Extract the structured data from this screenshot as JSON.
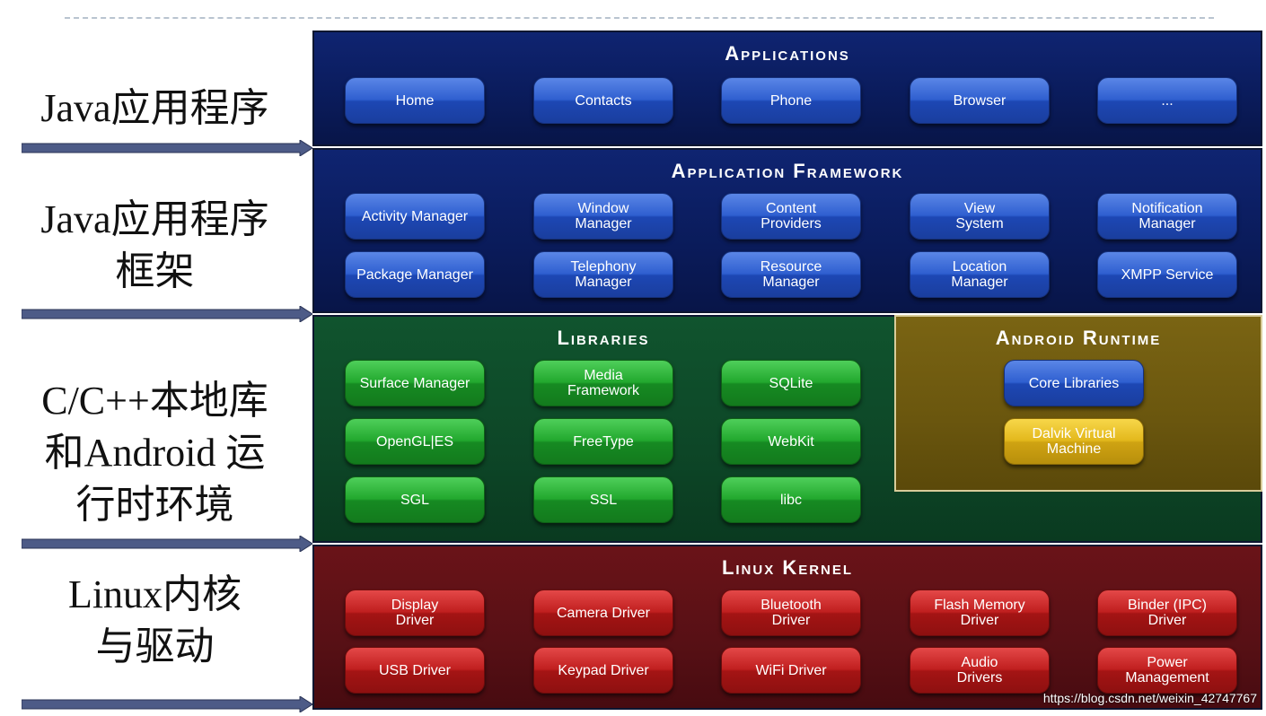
{
  "left_labels": {
    "java_apps": [
      "Java应用程序"
    ],
    "java_framework": [
      "Java应用程序",
      "框架"
    ],
    "native_runtime": [
      "C/C++本地库",
      "和Android 运",
      "行时环境"
    ],
    "kernel": [
      "Linux内核",
      "与驱动"
    ]
  },
  "applications": {
    "title": "Applications",
    "items": [
      "Home",
      "Contacts",
      "Phone",
      "Browser",
      "..."
    ]
  },
  "framework": {
    "title": "Application Framework",
    "items": [
      "Activity Manager",
      "Window\nManager",
      "Content\nProviders",
      "View\nSystem",
      "Notification\nManager",
      "Package Manager",
      "Telephony\nManager",
      "Resource\nManager",
      "Location\nManager",
      "XMPP Service"
    ]
  },
  "libraries": {
    "title": "Libraries",
    "items": [
      "Surface Manager",
      "Media\nFramework",
      "SQLite",
      "OpenGL|ES",
      "FreeType",
      "WebKit",
      "SGL",
      "SSL",
      "libc"
    ]
  },
  "runtime": {
    "title": "Android Runtime",
    "core": "Core Libraries",
    "dalvik": "Dalvik Virtual\nMachine"
  },
  "kernel": {
    "title": "Linux Kernel",
    "items": [
      "Display\nDriver",
      "Camera Driver",
      "Bluetooth\nDriver",
      "Flash Memory\nDriver",
      "Binder (IPC)\nDriver",
      "USB Driver",
      "Keypad Driver",
      "WiFi Driver",
      "Audio\nDrivers",
      "Power\nManagement"
    ]
  },
  "watermark": "https://blog.csdn.net/weixin_42747767"
}
